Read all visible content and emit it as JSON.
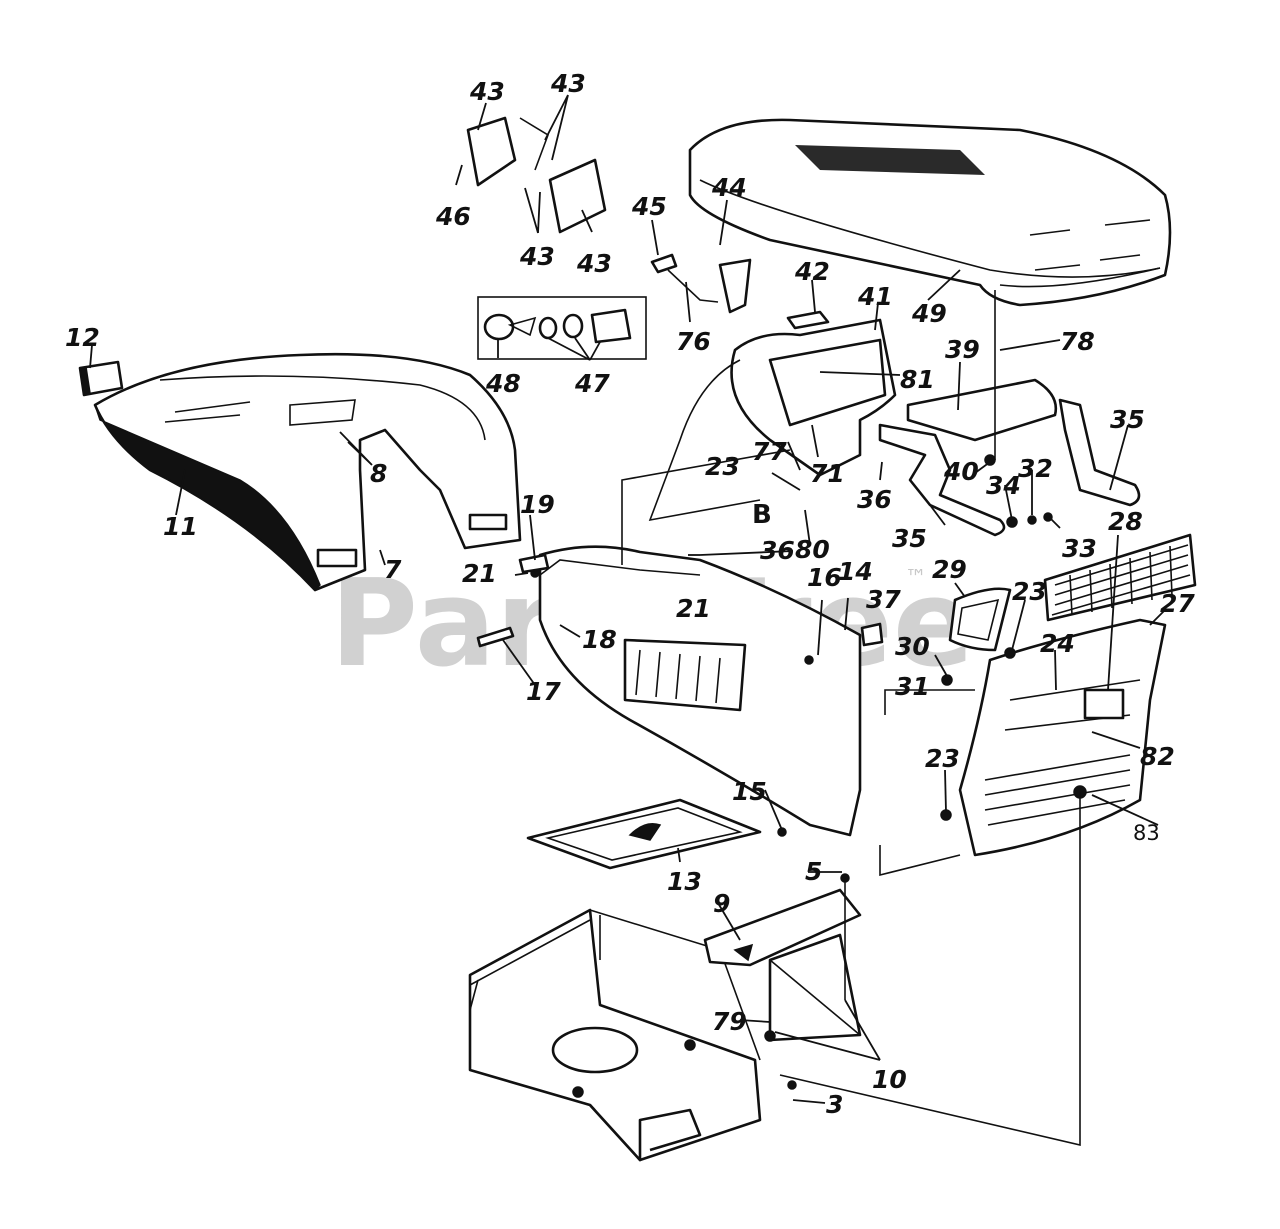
{
  "watermark": {
    "text": "PartsTree",
    "trademark": "™"
  },
  "detail_letter": "B",
  "callouts": {
    "c3": "3",
    "c5": "5",
    "c7": "7",
    "c8": "8",
    "c9": "9",
    "c10": "10",
    "c11": "11",
    "c12": "12",
    "c13": "13",
    "c14": "14",
    "c15": "15",
    "c16": "16",
    "c17": "17",
    "c18": "18",
    "c19": "19",
    "c21a": "21",
    "c21b": "21",
    "c23a": "23",
    "c23b": "23",
    "c23c": "23",
    "c24": "24",
    "c27": "27",
    "c28": "28",
    "c29": "29",
    "c30": "30",
    "c31": "31",
    "c32": "32",
    "c33": "33",
    "c34": "34",
    "c35a": "35",
    "c35b": "35",
    "c36a": "36",
    "c36b": "36",
    "c37": "37",
    "c39": "39",
    "c40": "40",
    "c41": "41",
    "c42": "42",
    "c43a": "43",
    "c43b": "43",
    "c43c": "43",
    "c43d": "43",
    "c44": "44",
    "c45": "45",
    "c46": "46",
    "c47": "47",
    "c48": "48",
    "c49": "49",
    "c71": "71",
    "c76": "76",
    "c77": "77",
    "c78": "78",
    "c79": "79",
    "c80": "80",
    "c81": "81",
    "c82": "82",
    "c83": "83"
  }
}
